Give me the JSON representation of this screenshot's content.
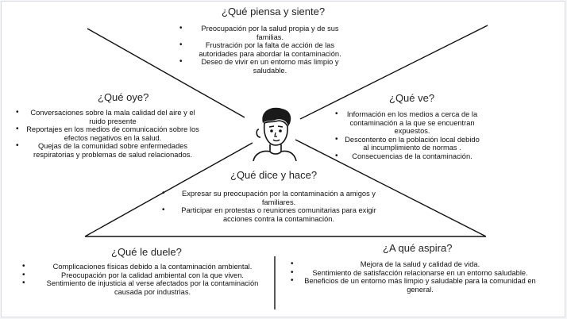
{
  "sections": {
    "thinks": {
      "title": "¿Qué piensa y siente?",
      "items": [
        "Preocupación por la salud propia y de sus familias.",
        "Frustración por la falta de acción de las autoridades para abordar la contaminación.",
        "Deseo de vivir en un entorno más limpio y saludable."
      ]
    },
    "hears": {
      "title": "¿Qué oye?",
      "items": [
        "Conversaciones sobre la mala calidad del aire y el ruido presente",
        "Reportajes en los medios de comunicación sobre los efectos negativos en la salud.",
        "Quejas de la comunidad sobre enfermedades respiratorias y problemas de salud relacionados."
      ]
    },
    "sees": {
      "title": "¿Qué ve?",
      "items": [
        "Información en los medios a cerca de la contaminación a la que se encuentran expuestos.",
        "Descontento en la población local debido al incumplimiento de normas .",
        "Consecuencias de la contaminación."
      ]
    },
    "says": {
      "title": "¿Qué dice y hace?",
      "items": [
        "Expresar su preocupación por la contaminación a amigos y familiares.",
        "Participar en protestas o reuniones comunitarias para exigir acciones contra la contaminación."
      ]
    },
    "pains": {
      "title": "¿Qué le duele?",
      "items": [
        "Complicaciones físicas debido a la contaminación ambiental.",
        "Preocupación por la calidad ambiental con la que viven.",
        "Sentimiento de injusticia al verse afectados por la contaminación causada por industrias."
      ]
    },
    "gains": {
      "title": "¿A qué aspira?",
      "items": [
        "Mejora de la salud y calidad de vida.",
        "Sentimiento de satisfacción relacionarse en un entorno saludable.",
        "Beneficios de un entorno más limpio y saludable para la comunidad en general."
      ]
    }
  }
}
